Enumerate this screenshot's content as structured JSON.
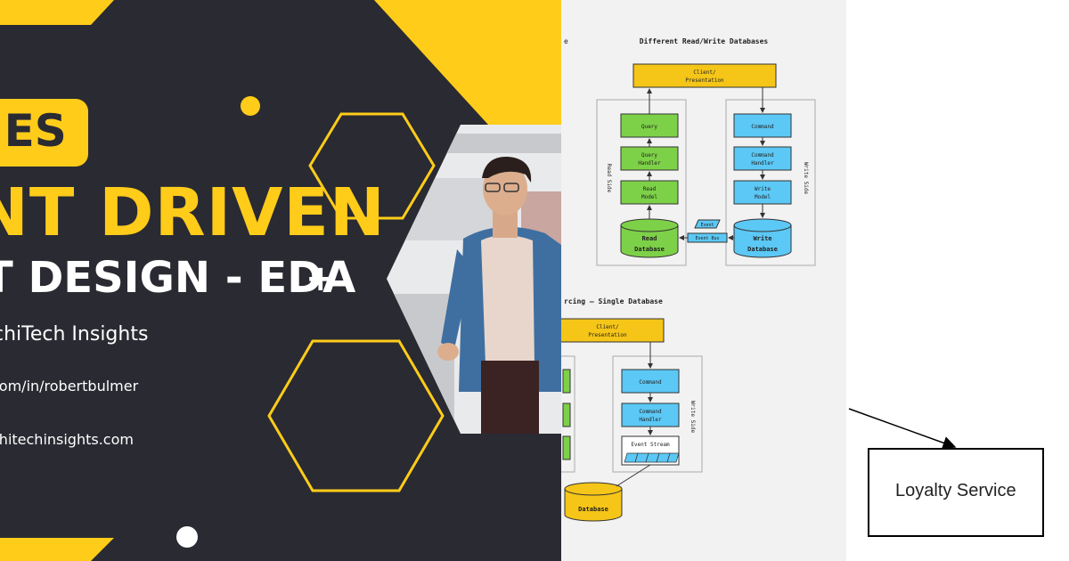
{
  "thumbnail": {
    "series_label": "IES",
    "title_line1": "NT DRIVEN",
    "title_line2": "T DESIGN - EDA",
    "plus": "+",
    "author": "chiTech Insights",
    "link_linkedin": "com/in/robertbulmer",
    "link_site": "chitechinsights.com",
    "colors": {
      "background": "#2a2a32",
      "accent": "#ffcc1a",
      "text": "#ffffff"
    }
  },
  "diagram_top": {
    "title": "Different Read/Write Databases",
    "client": [
      "Client/",
      "Presentation"
    ],
    "read_side_label": "Read Side",
    "write_side_label": "Write Side",
    "query": "Query",
    "query_handler": [
      "Query",
      "Handler"
    ],
    "read_model": [
      "Read",
      "Model"
    ],
    "read_database": [
      "Read",
      "Database"
    ],
    "command": "Command",
    "command_handler": [
      "Command",
      "Handler"
    ],
    "write_model": [
      "Write",
      "Model"
    ],
    "write_database": [
      "Write",
      "Database"
    ],
    "event": "Event",
    "event_bus": "Event Bus",
    "colors": {
      "client": "#f5c518",
      "read": "#7dd148",
      "write": "#5bc8f5"
    }
  },
  "diagram_bottom": {
    "title": "rcing – Single Database",
    "client": [
      "Client/",
      "Presentation"
    ],
    "command": "Command",
    "command_handler": [
      "Command",
      "Handler"
    ],
    "event_stream": "Event Stream",
    "write_side_label": "Write Side",
    "database": "Database"
  },
  "right_panel": {
    "loyalty_service": "Loyalty Service"
  }
}
